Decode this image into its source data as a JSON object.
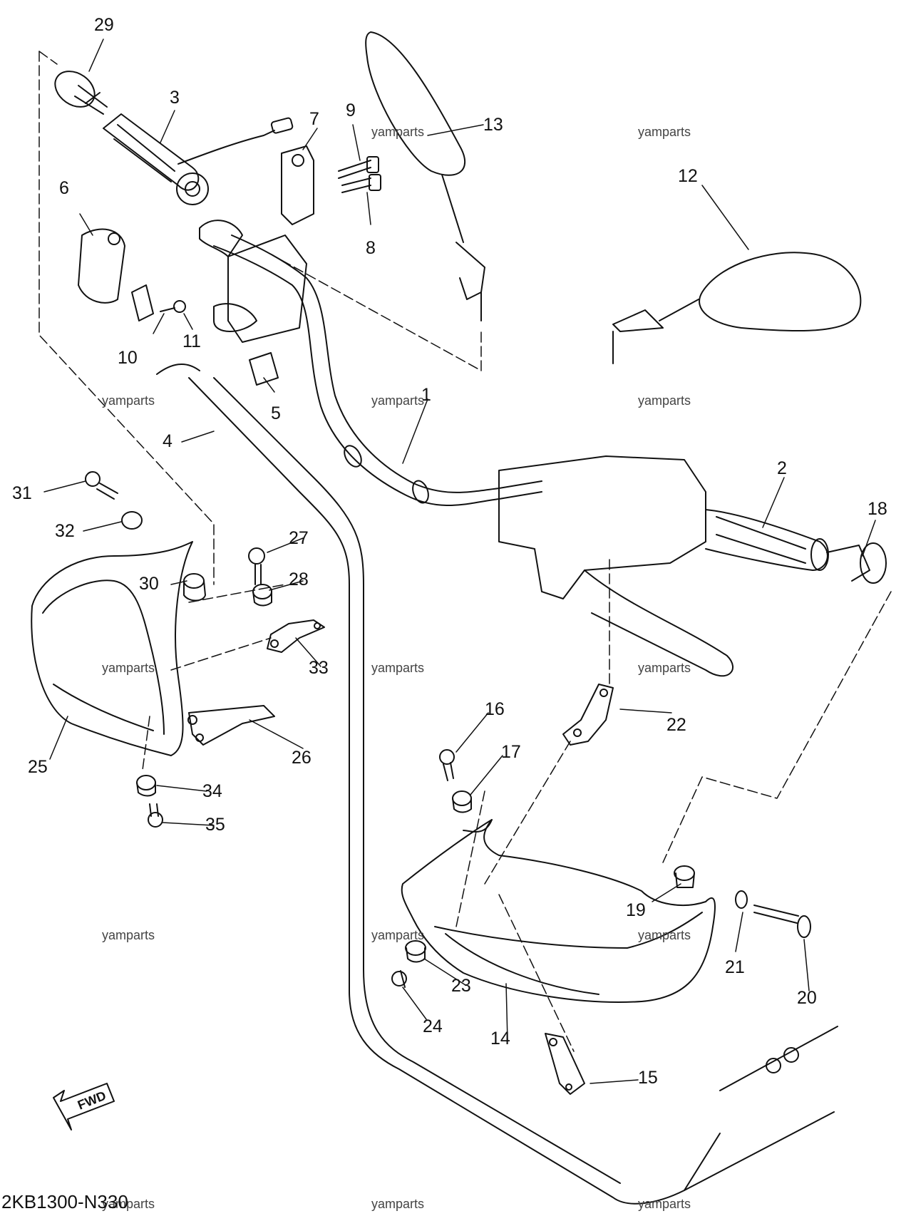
{
  "diagram_code": "2KB1300-N330",
  "fwd_label": "FWD",
  "watermark": "yamparts",
  "callouts": [
    "1",
    "2",
    "3",
    "4",
    "5",
    "6",
    "7",
    "8",
    "9",
    "10",
    "11",
    "12",
    "13",
    "14",
    "15",
    "16",
    "17",
    "18",
    "19",
    "20",
    "21",
    "22",
    "23",
    "24",
    "25",
    "26",
    "27",
    "28",
    "29",
    "30",
    "31",
    "32",
    "33",
    "34",
    "35"
  ],
  "colors": {
    "line": "#111111",
    "background": "#ffffff",
    "watermark": "#444444"
  }
}
